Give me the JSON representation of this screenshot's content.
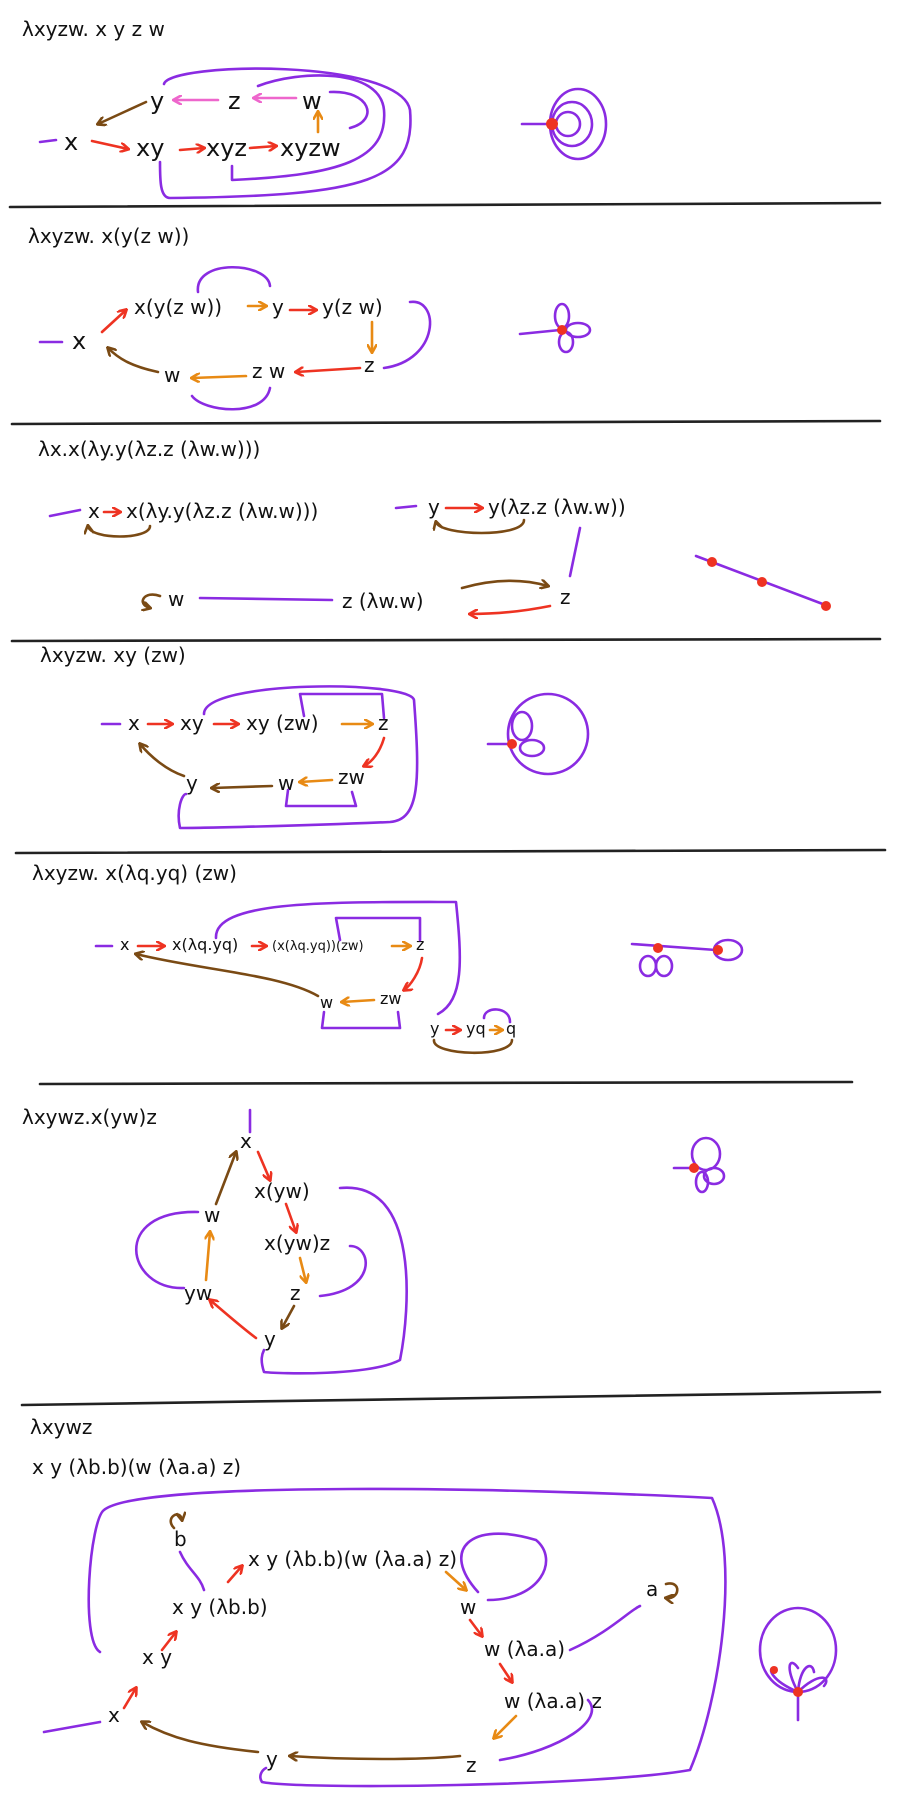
{
  "colors": {
    "purple": "#8a2be2",
    "red": "#ee3322",
    "orange": "#e88a14",
    "brown": "#7a4a14",
    "pink": "#ee66cc"
  },
  "panels": [
    {
      "title": "λxyzw. x y z w",
      "labels": [
        "x",
        "y",
        "z",
        "w",
        "xy",
        "xyz",
        "xyzw"
      ]
    },
    {
      "title": "λxyzw. x(y(z w))",
      "labels": [
        "x",
        "x(y(z w))",
        "y",
        "y(z w)",
        "z",
        "z w",
        "w"
      ]
    },
    {
      "title": "λx.x(λy.y(λz.z (λw.w)))",
      "labels": [
        "x",
        "x(λy.y(λz.z (λw.w)))",
        "y",
        "y(λz.z (λw.w))",
        "z",
        "z (λw.w)",
        "w"
      ]
    },
    {
      "title": "λxyzw. xy (zw)",
      "labels": [
        "x",
        "xy",
        "xy (zw)",
        "z",
        "zw",
        "w",
        "y"
      ]
    },
    {
      "title": "λxyzw. x(λq.yq) (zw)",
      "labels": [
        "x",
        "x(λq.yq)",
        "(x(λq.yq))(zw)",
        "z",
        "zw",
        "w",
        "y",
        "yq",
        "q"
      ]
    },
    {
      "title": "λxywz.x(yw)z",
      "labels": [
        "x",
        "x(yw)",
        "x(yw)z",
        "z",
        "y",
        "yw",
        "w"
      ]
    },
    {
      "title_line1": "λxywz",
      "title_line2": "x y (λb.b)(w (λa.a) z)",
      "labels": [
        "b",
        "x y (λb.b)(w (λa.a) z)",
        "x y (λb.b)",
        "x y",
        "x",
        "y",
        "z",
        "w (λa.a) z",
        "w (λa.a)",
        "w",
        "a"
      ]
    }
  ]
}
